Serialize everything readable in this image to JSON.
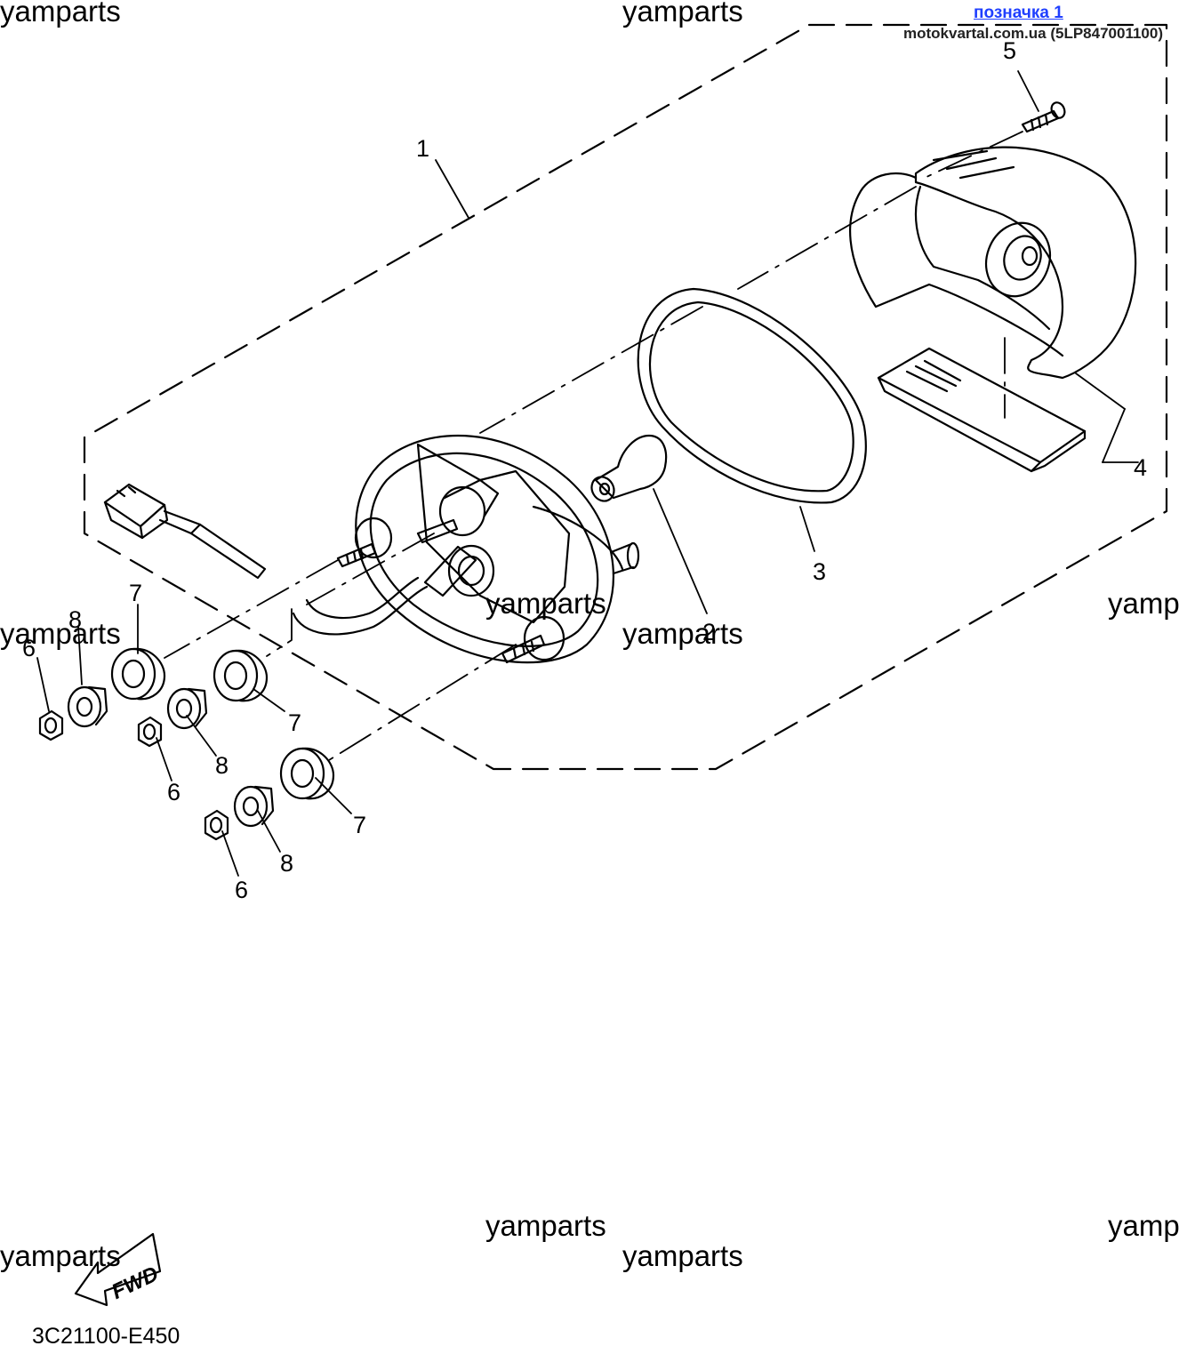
{
  "header": {
    "link_label": "позначка 1",
    "site_label": "motokvartal.com.ua (5LP847001100)"
  },
  "watermarks": {
    "w1": "yamparts",
    "w2": "yamparts",
    "w3": "yamparts",
    "w4": "yamparts",
    "w5": "yamparts",
    "w6": "yamp",
    "w7": "yamparts",
    "w8": "yamparts",
    "w9": "yamparts",
    "w10": "yamp"
  },
  "callouts": {
    "c1": "1",
    "c2": "2",
    "c3": "3",
    "c4": "4",
    "c5": "5",
    "c6a": "6",
    "c6b": "6",
    "c6c": "6",
    "c7a": "7",
    "c7b": "7",
    "c7c": "7",
    "c8a": "8",
    "c8b": "8",
    "c8c": "8"
  },
  "fwd_label": "FWD",
  "diagram_code": "3C21100-E450"
}
